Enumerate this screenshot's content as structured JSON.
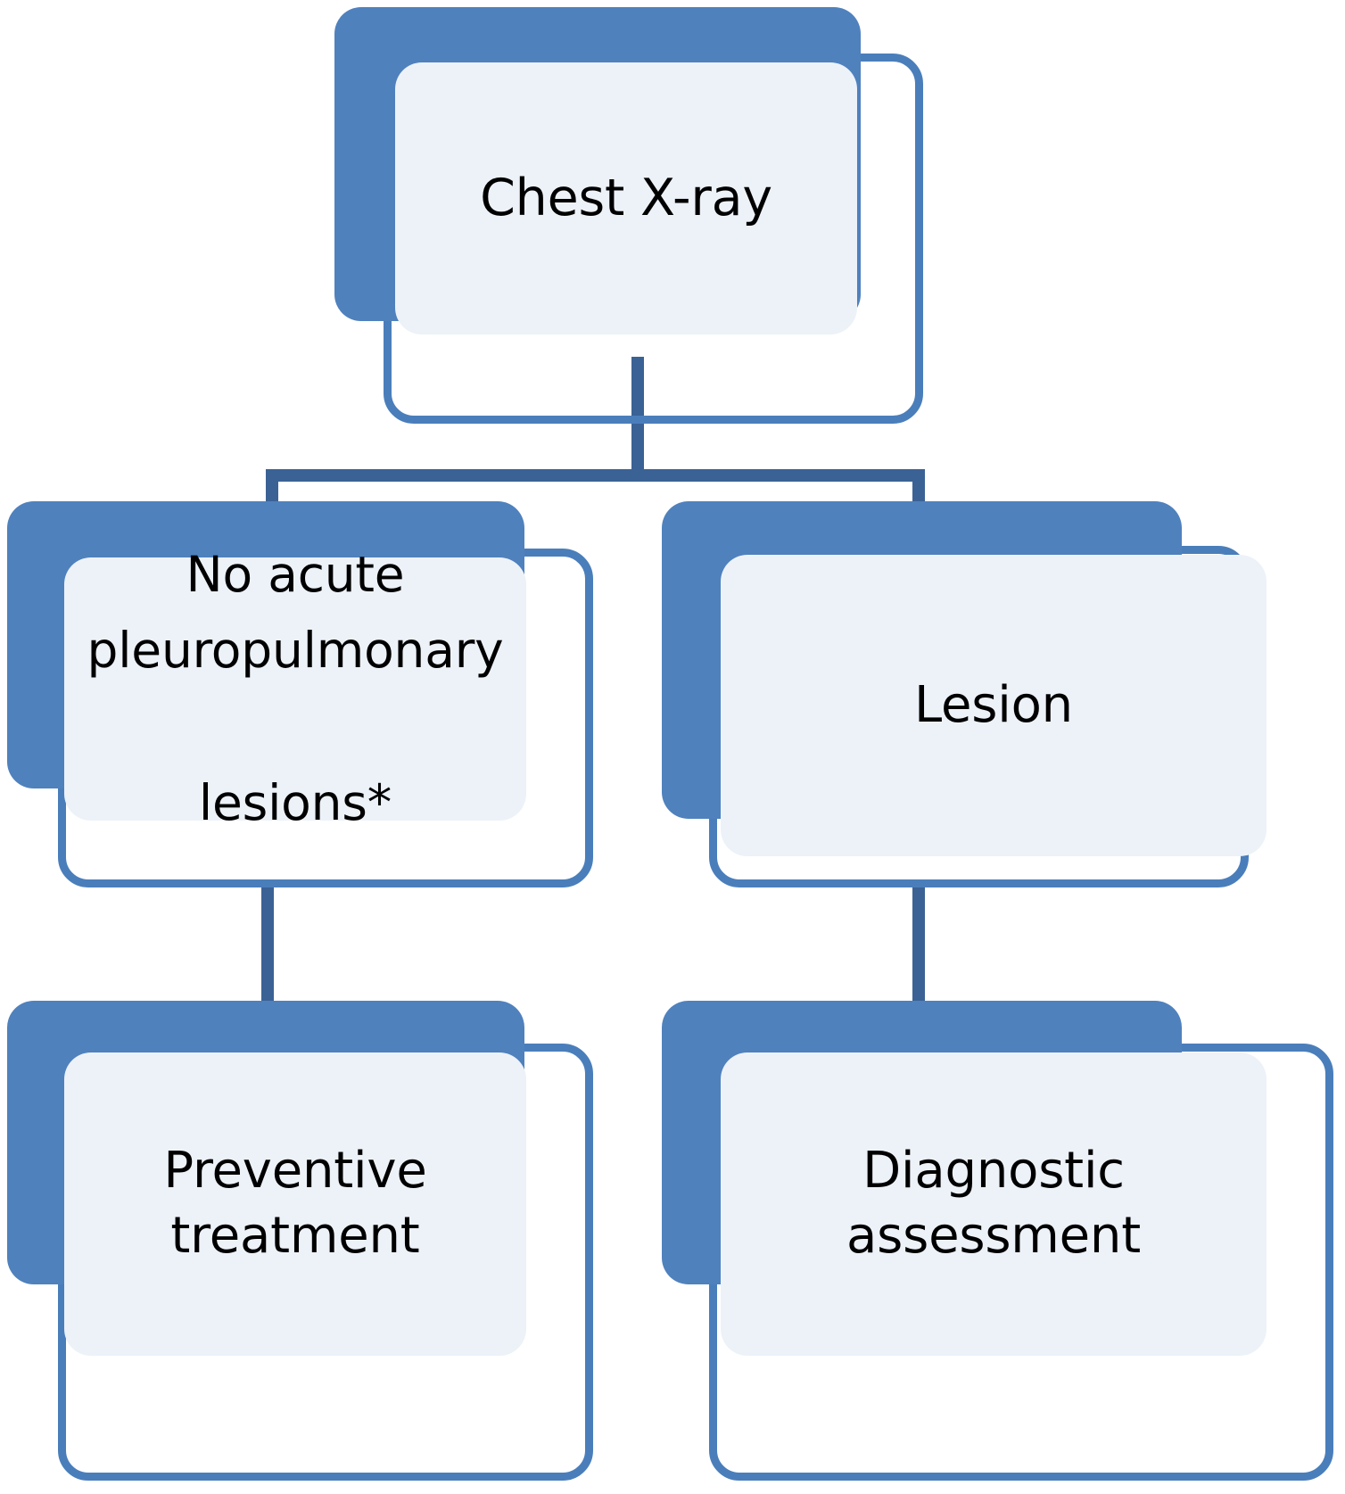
{
  "diagram": {
    "type": "flowchart",
    "title": "Chest X-ray decision flowchart",
    "orientation": "top-down",
    "colors": {
      "node_back_blue": "#4F81BD",
      "node_fill_light": "#EDF2F9",
      "node_border_blue": "#4A7EBB",
      "connector_blue": "#3B6295",
      "text": "#000000",
      "background": "#FFFFFF"
    },
    "nodes": [
      {
        "id": "chest-xray",
        "label": "Chest X-ray",
        "level": 0,
        "column": "center"
      },
      {
        "id": "no-lesions",
        "label": "No acute\npleuropulmonary\n\nlesions*",
        "level": 1,
        "column": "left"
      },
      {
        "id": "lesion",
        "label": "Lesion",
        "level": 1,
        "column": "right"
      },
      {
        "id": "preventive",
        "label": "Preventive\ntreatment",
        "level": 2,
        "column": "left"
      },
      {
        "id": "diagnostic",
        "label": "Diagnostic\nassessment",
        "level": 2,
        "column": "right"
      }
    ],
    "edges": [
      {
        "from": "chest-xray",
        "to": "no-lesions",
        "style": "elbow"
      },
      {
        "from": "chest-xray",
        "to": "lesion",
        "style": "elbow"
      },
      {
        "from": "no-lesions",
        "to": "preventive",
        "style": "straight"
      },
      {
        "from": "lesion",
        "to": "diagnostic",
        "style": "straight"
      }
    ],
    "footnote_marker": "*"
  }
}
